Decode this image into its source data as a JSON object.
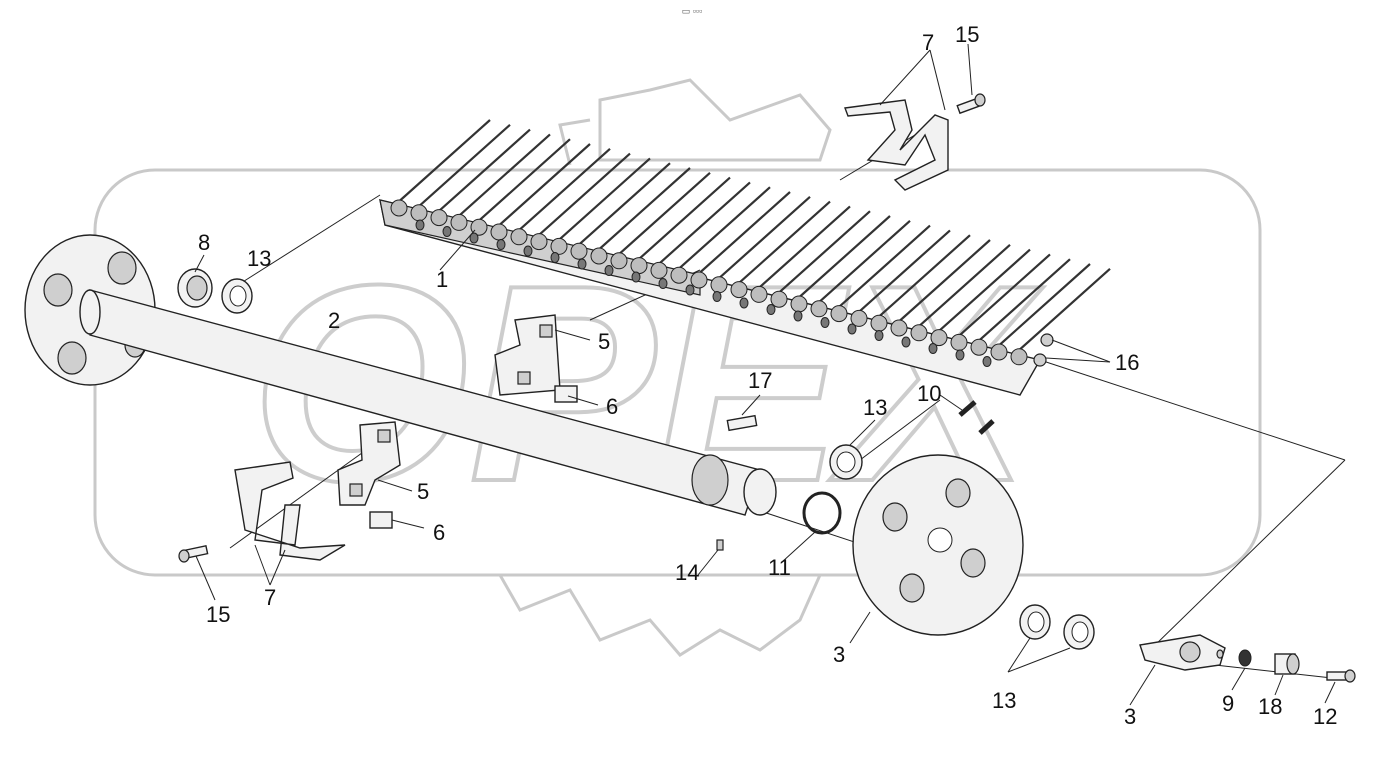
{
  "top_label": "▭ ▫▫▫",
  "watermark": "OPEX",
  "callouts": [
    {
      "id": "c1",
      "text": "1"
    },
    {
      "id": "c2",
      "text": "2"
    },
    {
      "id": "c3a",
      "text": "3"
    },
    {
      "id": "c3b",
      "text": "3"
    },
    {
      "id": "c5a",
      "text": "5"
    },
    {
      "id": "c5b",
      "text": "5"
    },
    {
      "id": "c6a",
      "text": "6"
    },
    {
      "id": "c6b",
      "text": "6"
    },
    {
      "id": "c7a",
      "text": "7"
    },
    {
      "id": "c7b",
      "text": "7"
    },
    {
      "id": "c8",
      "text": "8"
    },
    {
      "id": "c9",
      "text": "9"
    },
    {
      "id": "c10",
      "text": "10"
    },
    {
      "id": "c11",
      "text": "11"
    },
    {
      "id": "c12",
      "text": "12"
    },
    {
      "id": "c13a",
      "text": "13"
    },
    {
      "id": "c13b",
      "text": "13"
    },
    {
      "id": "c13c",
      "text": "13"
    },
    {
      "id": "c14",
      "text": "14"
    },
    {
      "id": "c15a",
      "text": "15"
    },
    {
      "id": "c15b",
      "text": "15"
    },
    {
      "id": "c16",
      "text": "16"
    },
    {
      "id": "c17",
      "text": "17"
    },
    {
      "id": "c18",
      "text": "18"
    }
  ]
}
